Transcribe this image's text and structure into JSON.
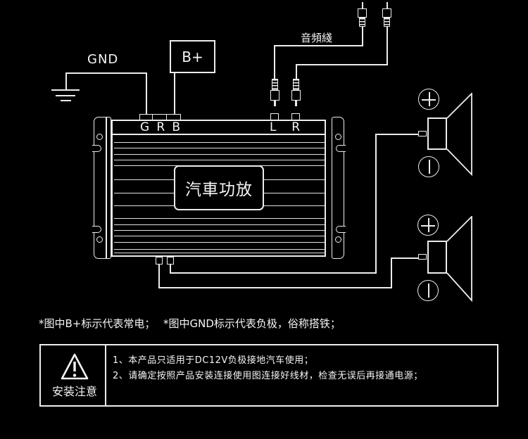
{
  "colors": {
    "background": "#000000",
    "line": "#ededed",
    "text": "#f5f5f5"
  },
  "diagram": {
    "gnd_label": "GND",
    "battery_label": "B+",
    "audio_cable_label": "音頻綫",
    "amplifier_label": "汽車功放",
    "power_terminals": [
      "G",
      "R",
      "B"
    ],
    "audio_input_terminals": [
      "L",
      "R"
    ]
  },
  "notes": {
    "note_b_plus": "*图中B+标示代表常电；",
    "note_gnd": "*图中GND标示代表负极，俗称搭铁；"
  },
  "warning_box": {
    "title": "安装注意",
    "items": [
      "1、本产品只适用于DC12V负极接地汽车使用；",
      "2、请确定按照产品安装连接使用图连接好线材，检查无误后再接通电源；"
    ]
  }
}
